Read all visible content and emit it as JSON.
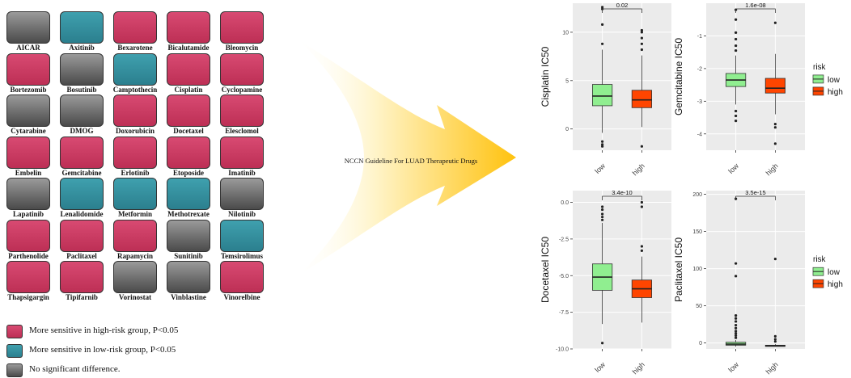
{
  "drug_grid": {
    "drugs": [
      {
        "name": "AICAR",
        "status": "ns"
      },
      {
        "name": "Axitinib",
        "status": "lo"
      },
      {
        "name": "Bexarotene",
        "status": "hi"
      },
      {
        "name": "Bicalutamide",
        "status": "hi"
      },
      {
        "name": "Bleomycin",
        "status": "hi"
      },
      {
        "name": "Bortezomib",
        "status": "hi"
      },
      {
        "name": "Bosutinib",
        "status": "ns"
      },
      {
        "name": "Camptothecin",
        "status": "lo"
      },
      {
        "name": "Cisplatin",
        "status": "hi"
      },
      {
        "name": "Cyclopamine",
        "status": "hi"
      },
      {
        "name": "Cytarabine",
        "status": "ns"
      },
      {
        "name": "DMOG",
        "status": "ns"
      },
      {
        "name": "Doxorubicin",
        "status": "hi"
      },
      {
        "name": "Docetaxel",
        "status": "hi"
      },
      {
        "name": "Elesclomol",
        "status": "hi"
      },
      {
        "name": "Embelin",
        "status": "hi"
      },
      {
        "name": "Gemcitabine",
        "status": "hi"
      },
      {
        "name": "Erlotinib",
        "status": "hi"
      },
      {
        "name": "Etoposide",
        "status": "hi"
      },
      {
        "name": "Imatinib",
        "status": "hi"
      },
      {
        "name": "Lapatinib",
        "status": "ns"
      },
      {
        "name": "Lenalidomide",
        "status": "lo"
      },
      {
        "name": "Metformin",
        "status": "lo"
      },
      {
        "name": "Methotrexate",
        "status": "lo"
      },
      {
        "name": "Nilotinib",
        "status": "ns"
      },
      {
        "name": "Parthenolide",
        "status": "hi"
      },
      {
        "name": "Paclitaxel",
        "status": "hi"
      },
      {
        "name": "Rapamycin",
        "status": "hi"
      },
      {
        "name": "Sunitinib",
        "status": "ns"
      },
      {
        "name": "Temsirolimus",
        "status": "lo"
      },
      {
        "name": "Thapsigargin",
        "status": "hi"
      },
      {
        "name": "Tipifarnib",
        "status": "hi"
      },
      {
        "name": "Vorinostat",
        "status": "ns"
      },
      {
        "name": "Vinblastine",
        "status": "ns"
      },
      {
        "name": "Vinorelbine",
        "status": "hi"
      }
    ]
  },
  "legend": {
    "items": [
      {
        "status": "hi",
        "label": "More sensitive in high-risk group, P<0.05"
      },
      {
        "status": "lo",
        "label": "More sensitive in low-risk group, P<0.05"
      },
      {
        "status": "ns",
        "label": "No significant difference."
      }
    ]
  },
  "arrow_label": "NCCN Guideline For LUAD Therapeutic Drugs",
  "colors": {
    "hi": "#c8385f",
    "lo": "#3391a0",
    "ns": "#6e6e6e",
    "low_box": "#90ee90",
    "high_box": "#ff4500",
    "panel_bg": "#ebebeb",
    "arrow_start": "#fffbe6",
    "arrow_end": "#ffc20e"
  },
  "chart_data": [
    {
      "type": "box",
      "ylabel": "Cisplatin IC50",
      "categories": [
        "low",
        "high"
      ],
      "ylim": [
        -2.2,
        13
      ],
      "yticks": [
        0,
        5,
        10
      ],
      "pvalue": "0.02",
      "boxes": [
        {
          "group": "low",
          "q1": 2.4,
          "median": 3.4,
          "q3": 4.6,
          "whisker_low": -0.4,
          "whisker_high": 8.2,
          "outliers": [
            -1.3,
            -1.6,
            -1.8,
            8.8,
            10.8,
            12.4,
            12.6
          ]
        },
        {
          "group": "high",
          "q1": 2.2,
          "median": 3.0,
          "q3": 4.0,
          "whisker_low": 0.2,
          "whisker_high": 7.6,
          "outliers": [
            -1.8,
            8.2,
            8.8,
            9.4,
            10.0,
            10.2
          ]
        }
      ]
    },
    {
      "type": "box",
      "ylabel": "Gemcitabine IC50",
      "categories": [
        "low",
        "high"
      ],
      "ylim": [
        -4.5,
        0
      ],
      "yticks": [
        -4,
        -3,
        -2,
        -1
      ],
      "pvalue": "1.6e-08",
      "legend": {
        "title": "risk",
        "entries": [
          "low",
          "high"
        ]
      },
      "boxes": [
        {
          "group": "low",
          "q1": -2.55,
          "median": -2.35,
          "q3": -2.15,
          "whisker_low": -3.1,
          "whisker_high": -1.6,
          "outliers": [
            -0.2,
            -0.5,
            -0.9,
            -1.1,
            -1.3,
            -1.45,
            -3.3,
            -3.45,
            -3.6
          ]
        },
        {
          "group": "high",
          "q1": -2.75,
          "median": -2.6,
          "q3": -2.3,
          "whisker_low": -3.4,
          "whisker_high": -1.55,
          "outliers": [
            -0.6,
            -3.7,
            -3.8,
            -4.3
          ]
        }
      ]
    },
    {
      "type": "box",
      "ylabel": "Docetaxel IC50",
      "categories": [
        "low",
        "high"
      ],
      "ylim": [
        -10,
        0.8
      ],
      "yticks": [
        0,
        -2.5,
        -5,
        -7.5,
        -10
      ],
      "ytick_labels": [
        "0.0",
        "-2.5",
        "-5.0",
        "-7.5",
        "-10.0"
      ],
      "pvalue": "3.4e-10",
      "boxes": [
        {
          "group": "low",
          "q1": -6.0,
          "median": -5.1,
          "q3": -4.2,
          "whisker_low": -8.3,
          "whisker_high": -1.4,
          "outliers": [
            -0.3,
            -0.5,
            -0.8,
            -1.0,
            -1.2,
            -9.6
          ]
        },
        {
          "group": "high",
          "q1": -6.5,
          "median": -5.9,
          "q3": -5.3,
          "whisker_low": -8.2,
          "whisker_high": -3.7,
          "outliers": [
            0.0,
            -0.3,
            -3.0,
            -3.3
          ]
        }
      ]
    },
    {
      "type": "box",
      "ylabel": "Paclitaxel IC50",
      "categories": [
        "low",
        "high"
      ],
      "ylim": [
        -8,
        205
      ],
      "yticks": [
        0,
        50,
        100,
        150,
        200
      ],
      "pvalue": "3.5e-15",
      "legend": {
        "title": "risk",
        "entries": [
          "low",
          "high"
        ]
      },
      "boxes": [
        {
          "group": "low",
          "q1": -3,
          "median": -1.5,
          "q3": 1,
          "whisker_low": -5,
          "whisker_high": 4,
          "outliers": [
            7,
            10,
            13,
            16,
            20,
            24,
            29,
            33,
            37,
            90,
            107,
            194
          ]
        },
        {
          "group": "high",
          "q1": -4.5,
          "median": -4,
          "q3": -3,
          "whisker_low": -5,
          "whisker_high": -1.5,
          "outliers": [
            2,
            5,
            9,
            113
          ]
        }
      ]
    }
  ]
}
